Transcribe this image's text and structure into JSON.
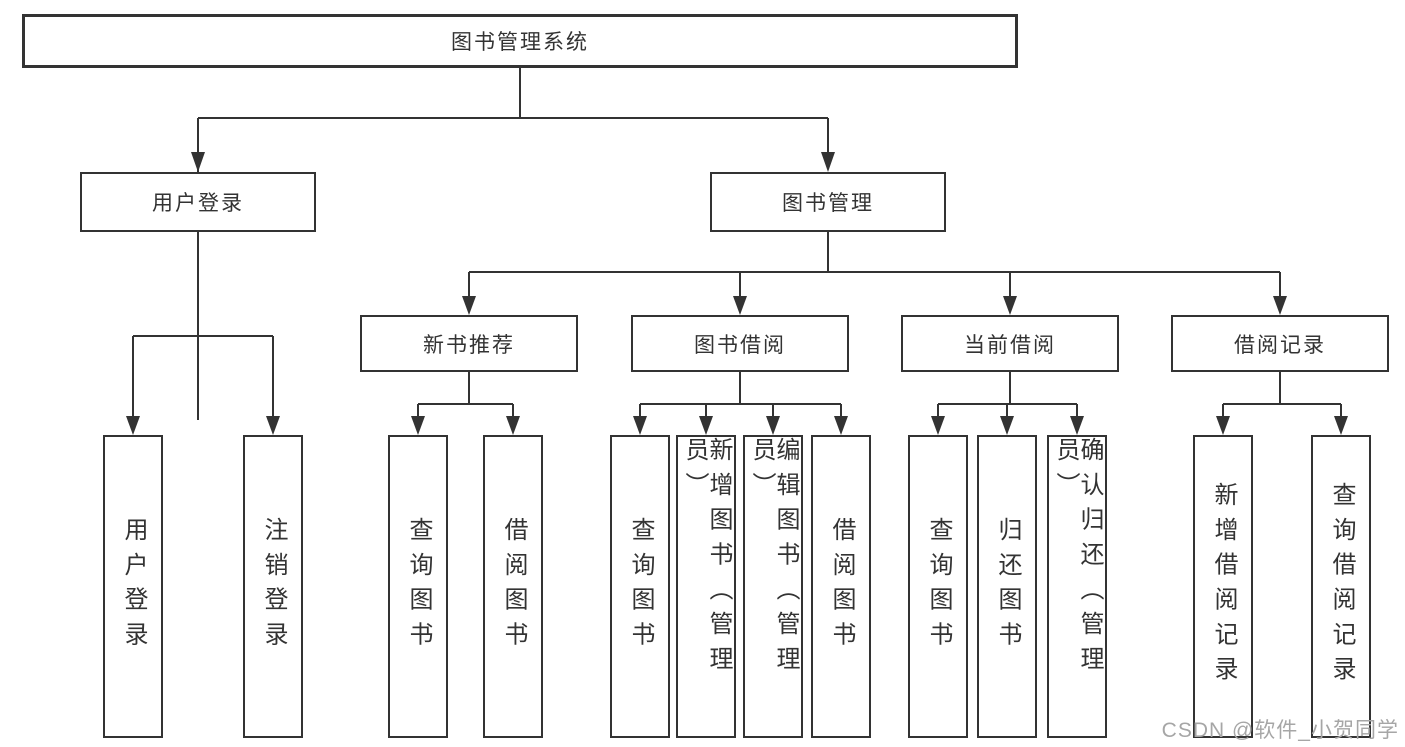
{
  "diagram": {
    "nodes": {
      "root": "图书管理系统",
      "user_login": "用户登录",
      "book_management": "图书管理",
      "new_book_recommend": "新书推荐",
      "book_borrow": "图书借阅",
      "current_borrow": "当前借阅",
      "borrow_records": "借阅记录",
      "leaf_user_login": "用户登录",
      "leaf_logout": "注销登录",
      "leaf_query_book_recommend": "查询图书",
      "leaf_borrow_book_recommend": "借阅图书",
      "leaf_query_book_borrow": "查询图书",
      "leaf_add_book_admin": "新增图书（管理员）",
      "leaf_edit_book_admin": "编辑图书（管理员）",
      "leaf_borrow_book_borrow": "借阅图书",
      "leaf_query_book_current": "查询图书",
      "leaf_return_book": "归还图书",
      "leaf_confirm_return_admin": "确认归还（管理员）",
      "leaf_add_borrow_record": "新增借阅记录",
      "leaf_query_borrow_record": "查询借阅记录"
    }
  },
  "watermark": {
    "text": "CSDN @软件_小贺同学"
  },
  "colors": {
    "line": "#333333",
    "box_border": "#333333",
    "text": "#333333",
    "background": "#ffffff",
    "watermark": "#a6a6a6"
  }
}
